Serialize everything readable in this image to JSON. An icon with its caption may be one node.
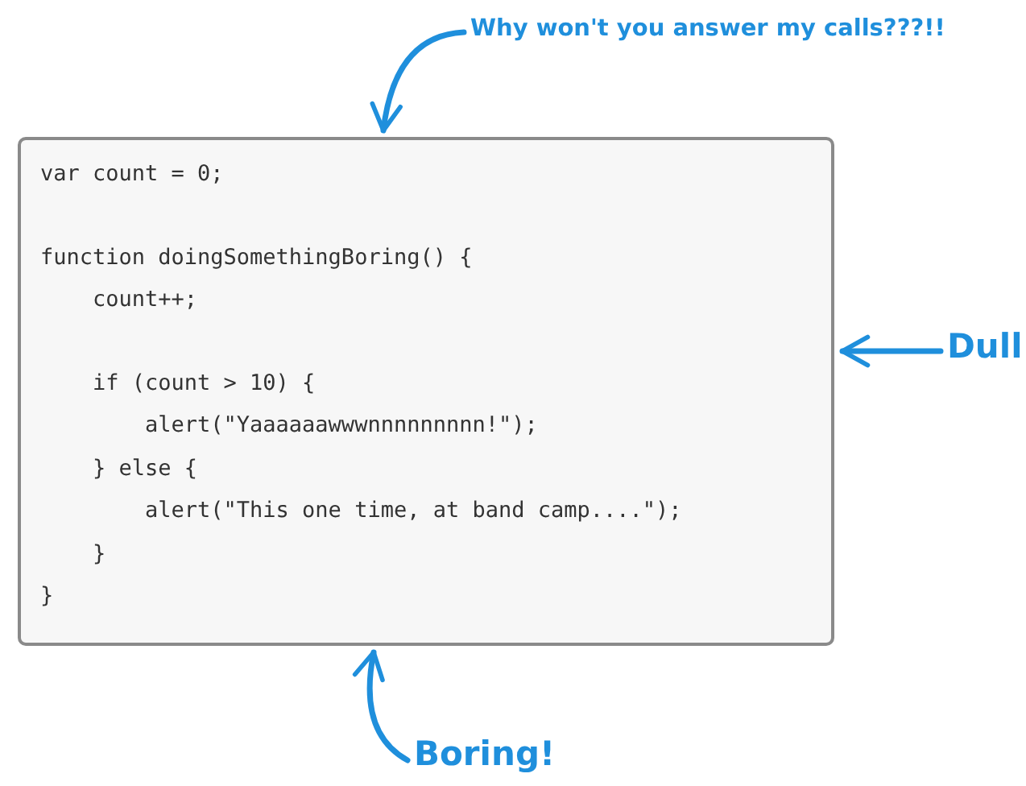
{
  "diagram": {
    "nodes": [
      {
        "text": [
          "var count = 0;",
          "function doingSomethingBoring() {",
          "    count++;",
          "    if (count > 10) {",
          "        alert(\"Yaaaaaawwwnnnnnnnnn!\");",
          "    } else {",
          "        alert(\"This one time, at band camp....\");",
          "    }",
          "}"
        ]
      },
      {
        "text": [
          "Why won't you answer my calls???!!"
        ]
      },
      {
        "text": [
          "Dull"
        ]
      },
      {
        "text": [
          "Boring!"
        ]
      }
    ],
    "edges": [
      {
        "from": 1,
        "to": 0,
        "arrow": "to"
      },
      {
        "from": 2,
        "to": 0,
        "arrow": "to"
      },
      {
        "from": 3,
        "to": 0,
        "arrow": "to"
      }
    ]
  }
}
